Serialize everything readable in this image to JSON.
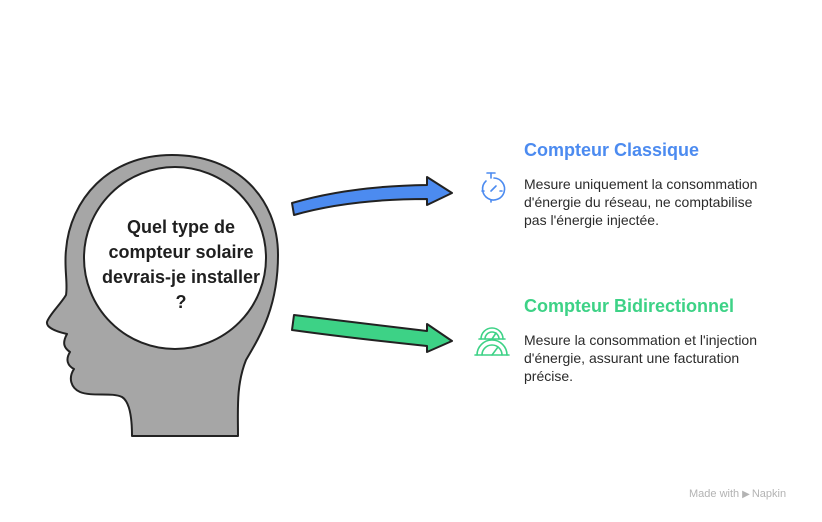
{
  "question": "Quel type de compteur solaire devrais-je installer ?",
  "options": [
    {
      "title": "Compteur Classique",
      "description": "Mesure uniquement la consommation d'énergie du réseau, ne comptabilise pas l'énergie injectée.",
      "color": "#4c8bf0",
      "icon": "gauge-icon"
    },
    {
      "title": "Compteur Bidirectionnel",
      "description": "Mesure la consommation et l'injection d'énergie, assurant une facturation précise.",
      "color": "#3dd286",
      "icon": "dual-gauge-icon"
    }
  ],
  "colors": {
    "head_fill": "#a6a6a6",
    "thought_circle": "#ffffff",
    "outline": "#222222"
  },
  "watermark": {
    "made_with": "Made with",
    "brand": "Napkin"
  }
}
